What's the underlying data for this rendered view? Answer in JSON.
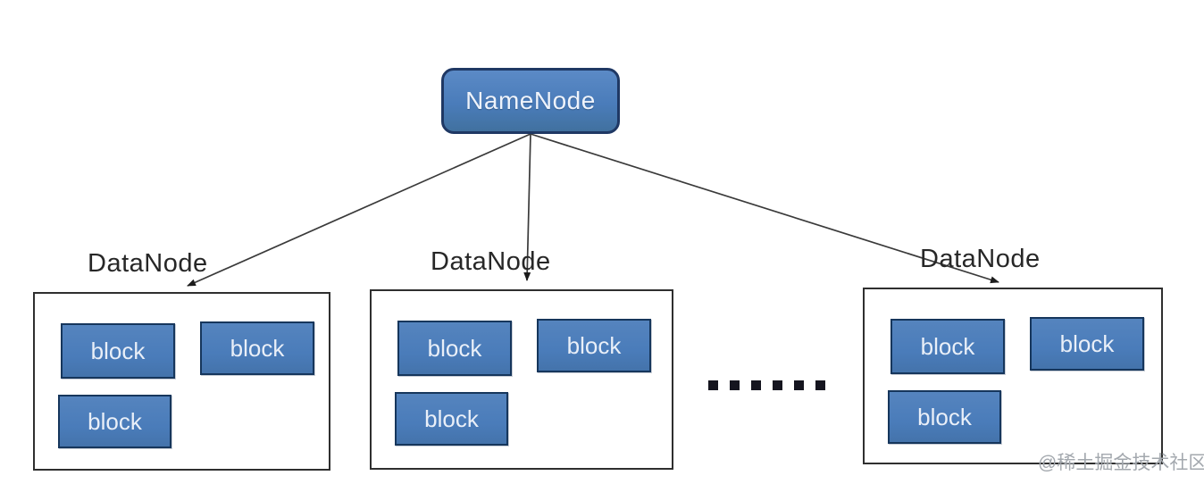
{
  "diagram": {
    "namenode": {
      "label": "NameNode"
    },
    "datanodes": [
      {
        "label": "DataNode",
        "blocks": [
          "block",
          "block",
          "block"
        ]
      },
      {
        "label": "DataNode",
        "blocks": [
          "block",
          "block",
          "block"
        ]
      },
      {
        "label": "DataNode",
        "blocks": [
          "block",
          "block",
          "block"
        ]
      }
    ],
    "ellipsis": "……",
    "watermark": "@稀土掘金技术社区",
    "colors": {
      "node_fill": "#4a7cba",
      "node_border": "#1f3864",
      "block_fill": "#4a7cba",
      "block_border": "#16365c",
      "box_border": "#2f2f2f",
      "arrow": "#3a3a3a",
      "label_text": "#272727",
      "node_text": "#eef3fb",
      "watermark_text": "#a3a8ae"
    }
  }
}
